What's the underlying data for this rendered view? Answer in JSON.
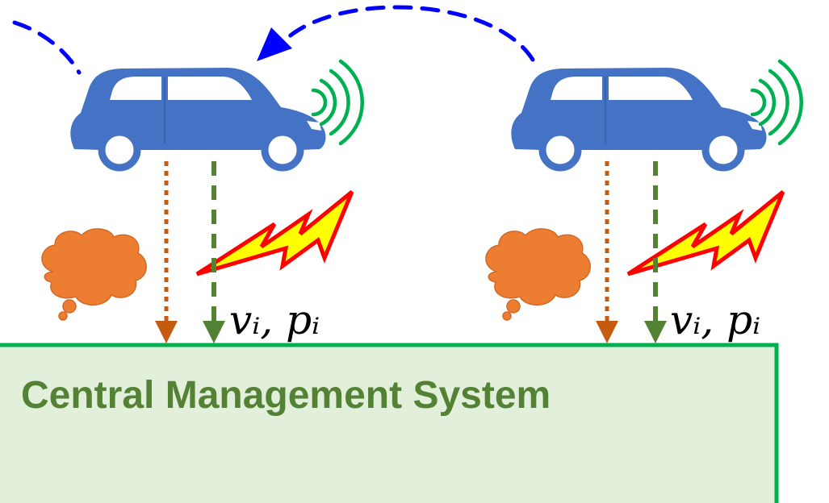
{
  "central_system": {
    "title": "Central Management System"
  },
  "vehicles": [
    {
      "label": "vᵢ, pᵢ"
    },
    {
      "label": "vᵢ, pᵢ"
    }
  ],
  "colors": {
    "car": "#4472c4",
    "wheel_fill": "#ffffff",
    "signal": "#00b050",
    "migration_arrow": "#0000ff",
    "cloud": "#ed7d31",
    "dotted_arrow": "#c55a11",
    "dashed_arrow": "#548235",
    "lightning_fill": "#ffff00",
    "lightning_stroke": "#ff0000",
    "cms_fill": "#e2efda",
    "cms_border": "#00b050",
    "cms_text": "#548235"
  },
  "icons": [
    "car-icon",
    "wireless-signal-icon",
    "thought-cloud-icon",
    "lightning-icon"
  ]
}
